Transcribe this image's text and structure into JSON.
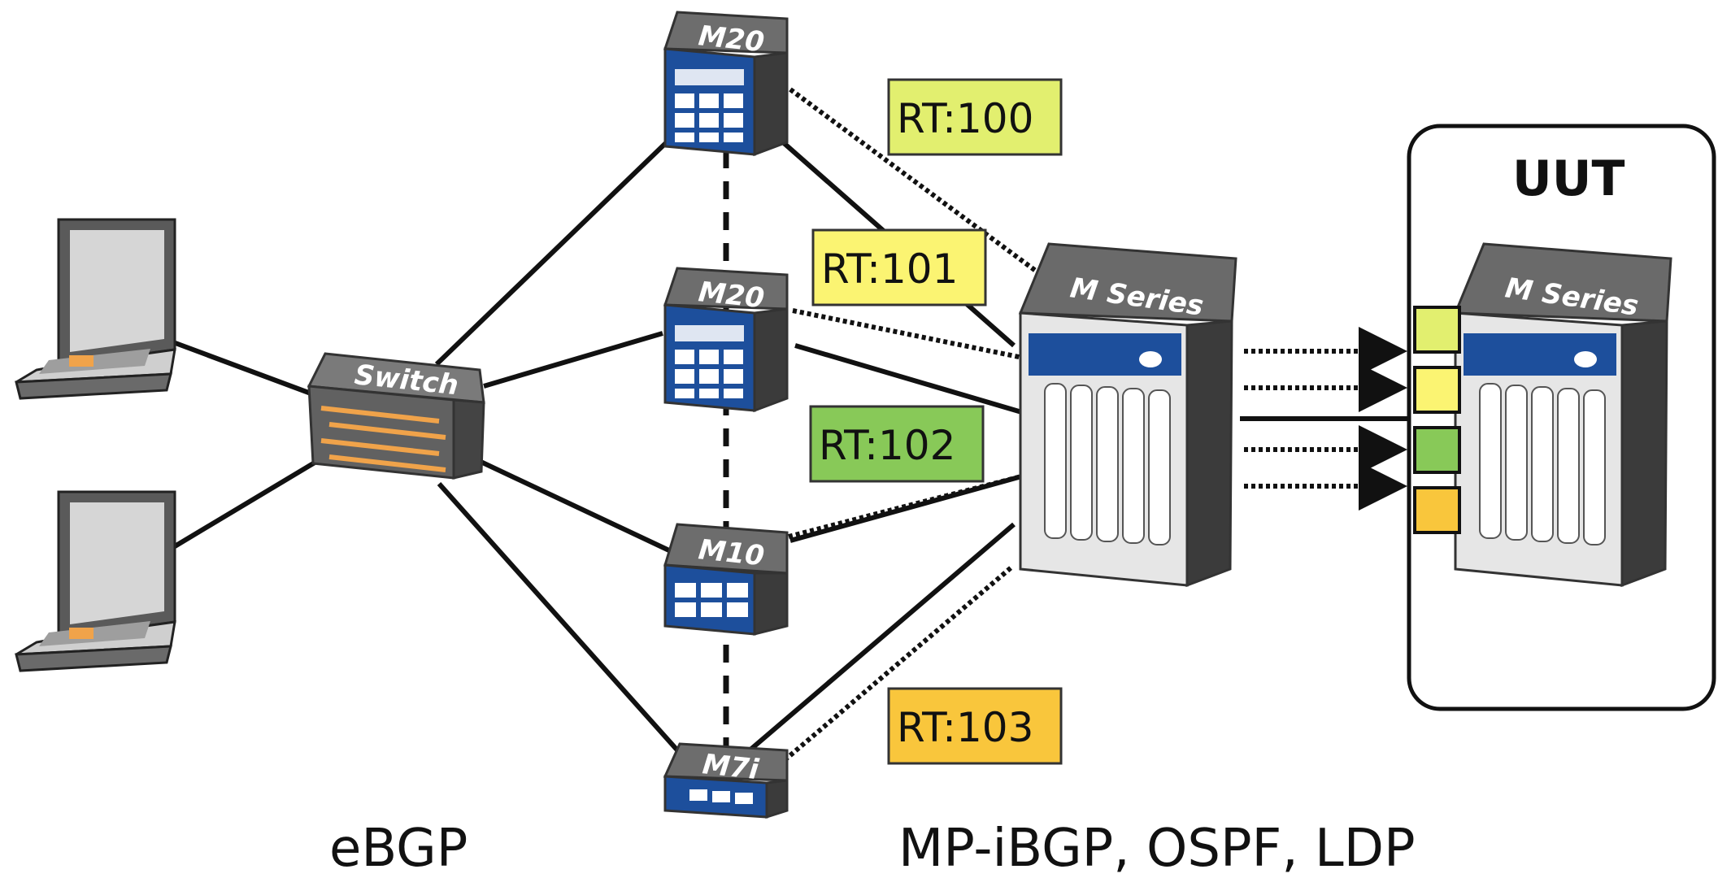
{
  "devices": {
    "switch_label": "Switch",
    "pe1_label": "M20",
    "pe2_label": "M20",
    "pe3_label": "M10",
    "pe4_label": "M7i",
    "core_label": "M Series",
    "uut_device_label": "M Series"
  },
  "route_targets": [
    {
      "label": "RT:100",
      "color": "#e2ef6f"
    },
    {
      "label": "RT:101",
      "color": "#fbf472"
    },
    {
      "label": "RT:102",
      "color": "#88c958"
    },
    {
      "label": "RT:103",
      "color": "#f9c63c"
    }
  ],
  "uut": {
    "title": "UUT"
  },
  "protocols": {
    "left": "eBGP",
    "right": "MP-iBGP, OSPF, LDP"
  },
  "colors": {
    "router_blue": "#1d4f9c",
    "router_top": "#6d6d6d",
    "chassis_side": "#3b3b3b",
    "switch_arrows": "#f0a34a"
  }
}
